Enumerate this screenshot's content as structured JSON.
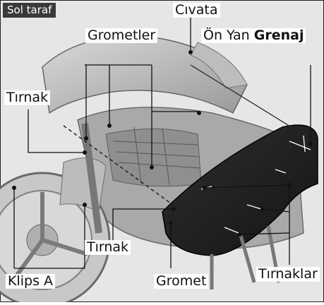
{
  "section_tag": "Sol taraf",
  "labels": {
    "civata_top": "Cıvata",
    "grometler": "Grometler",
    "on_yan_prefix": "Ön Yan",
    "on_yan_bold": "Grenaj",
    "tirnak_left": "Tırnak",
    "tirnak_bottom": "Tırnak",
    "klips_a": "Klips A",
    "gromet": "Gromet",
    "tirnaklar": "Tırnaklar"
  },
  "colors": {
    "tag_bg": "#3a3a3a",
    "panel": "#1c1c1c",
    "line": "#111111"
  }
}
